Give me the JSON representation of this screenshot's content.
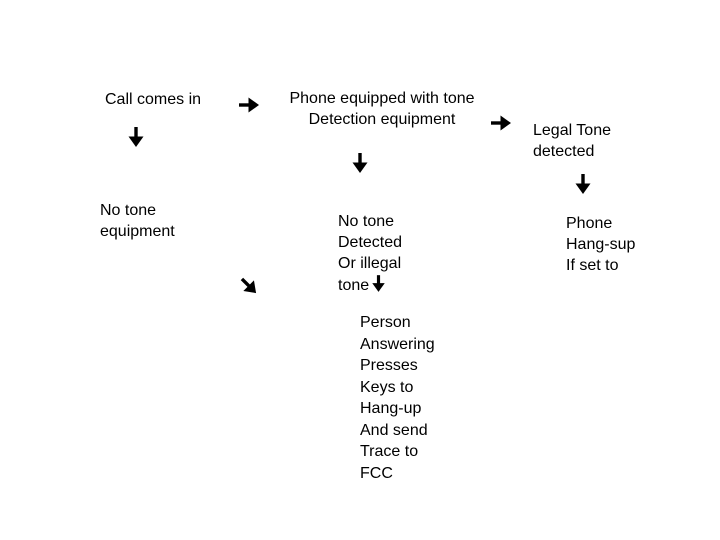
{
  "diagram": {
    "colors": {
      "background": "#ffffff",
      "text": "#000000",
      "arrow": "#000000"
    },
    "nodes": {
      "call_comes_in": {
        "text": "Call comes in"
      },
      "phone_equipped": {
        "lines": [
          "Phone equipped with tone",
          "Detection equipment"
        ]
      },
      "legal_tone_detected": {
        "lines": [
          "Legal Tone",
          "detected"
        ]
      },
      "no_tone_equipment": {
        "lines": [
          "No tone",
          "equipment"
        ]
      },
      "no_tone_detected": {
        "lines": [
          "No tone",
          "Detected",
          "Or illegal",
          "tone"
        ]
      },
      "phone_hang_up": {
        "lines": [
          "Phone",
          "Hang-sup",
          "If set to"
        ]
      },
      "person_answering": {
        "lines": [
          "Person",
          "Answering",
          "Presses",
          "Keys to",
          "Hang-up",
          "And send",
          "Trace to",
          "FCC"
        ]
      }
    },
    "icons": {
      "arrow_right": {
        "name": "arrow-right-icon",
        "glyph": "➔"
      },
      "arrow_down": {
        "name": "arrow-down-icon",
        "glyph": "⬇"
      },
      "arrow_down_right": {
        "name": "arrow-down-right-icon",
        "glyph": "↘"
      }
    }
  }
}
